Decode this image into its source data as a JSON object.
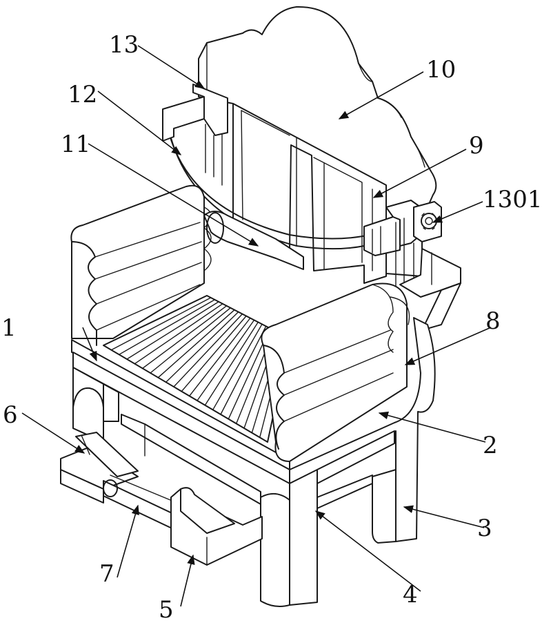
{
  "labels": [
    {
      "id": "1",
      "text": "1"
    },
    {
      "id": "2",
      "text": "2"
    },
    {
      "id": "3",
      "text": "3"
    },
    {
      "id": "4",
      "text": "4"
    },
    {
      "id": "5",
      "text": "5"
    },
    {
      "id": "6",
      "text": "6"
    },
    {
      "id": "7",
      "text": "7"
    },
    {
      "id": "8",
      "text": "8"
    },
    {
      "id": "9",
      "text": "9"
    },
    {
      "id": "10",
      "text": "10"
    },
    {
      "id": "11",
      "text": "11"
    },
    {
      "id": "12",
      "text": "12"
    },
    {
      "id": "13",
      "text": "13"
    },
    {
      "id": "1301",
      "text": "1301"
    }
  ],
  "colors": {
    "line": "#1a1a1a",
    "background": "#ffffff"
  }
}
